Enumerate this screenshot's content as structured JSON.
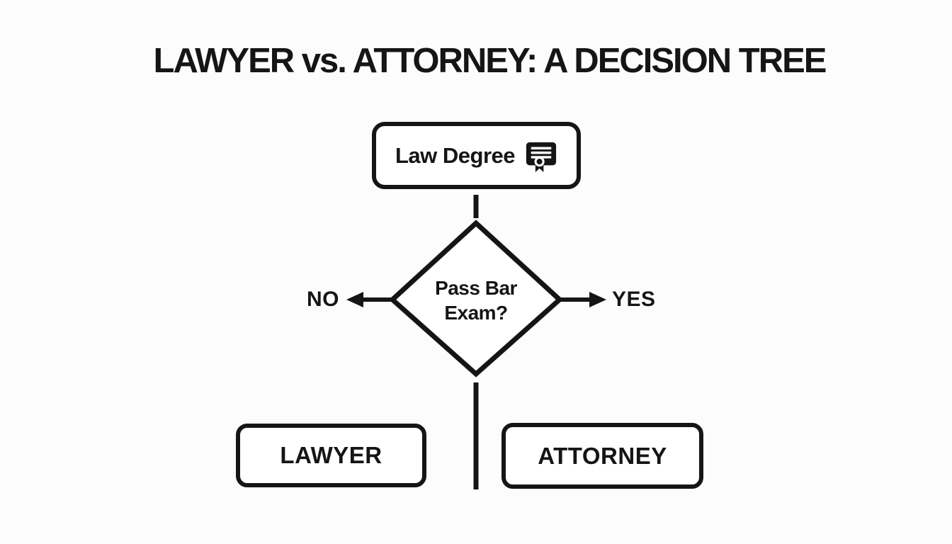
{
  "title": "LAWYER vs. ATTORNEY: A DECISION TREE",
  "flowchart": {
    "root": {
      "label": "Law Degree",
      "icon": "certificate-icon"
    },
    "decision": {
      "label": "Pass Bar Exam?",
      "display": "Pass Bar\nExam?"
    },
    "branches": {
      "no": {
        "label": "NO",
        "result": "LAWYER"
      },
      "yes": {
        "label": "YES",
        "result": "ATTORNEY"
      }
    }
  },
  "colors": {
    "background": "#fcfcfc",
    "stroke": "#151515",
    "node_fill": "#ffffff",
    "text": "#151515"
  }
}
